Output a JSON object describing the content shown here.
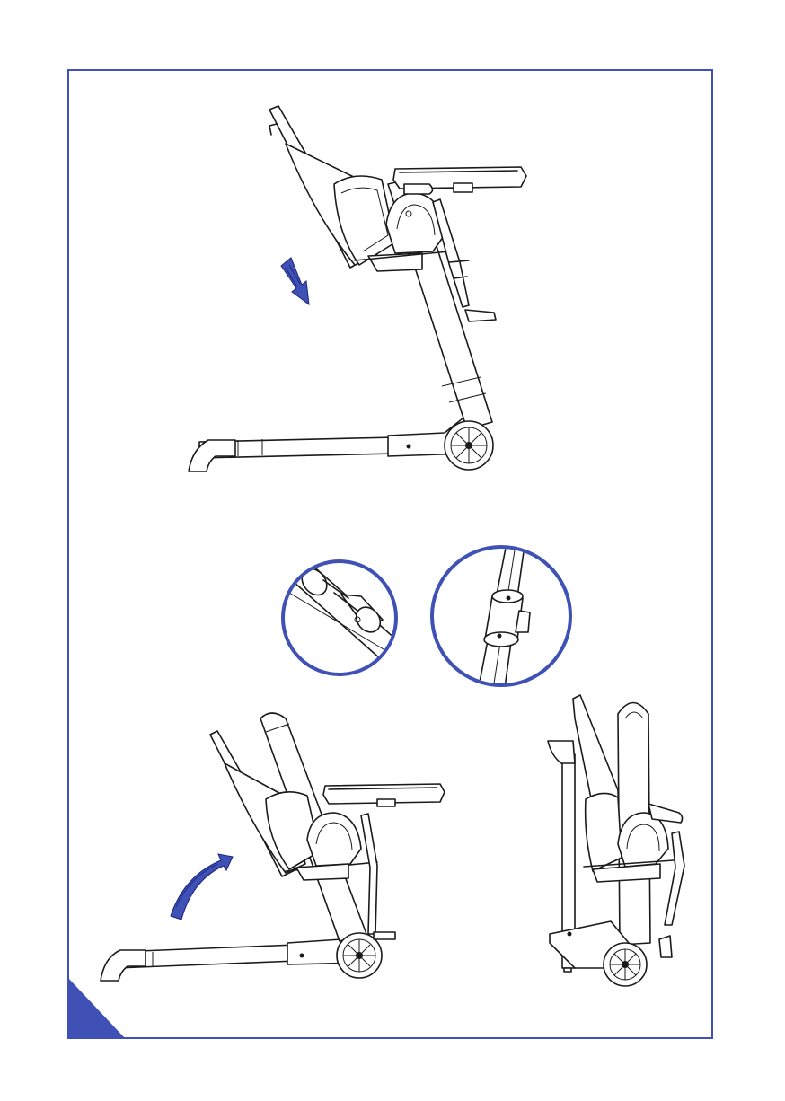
{
  "page": {
    "accent_color": "#3f51b5",
    "line_color": "#1a1a1a",
    "background": "#ffffff"
  },
  "figures": [
    {
      "id": "figure-unfolded",
      "icon": "high-chair-unfolded-illustration"
    },
    {
      "id": "detail-hinge-lock",
      "icon": "hinge-lock-detail-illustration"
    },
    {
      "id": "detail-tube-latch",
      "icon": "tube-latch-detail-illustration"
    },
    {
      "id": "figure-folding",
      "icon": "high-chair-folding-illustration"
    },
    {
      "id": "figure-folded",
      "icon": "high-chair-folded-illustration"
    }
  ],
  "arrows": [
    {
      "id": "push-down-arrow",
      "direction": "down-right"
    },
    {
      "id": "fold-up-arrow",
      "direction": "up-right-curved"
    }
  ]
}
